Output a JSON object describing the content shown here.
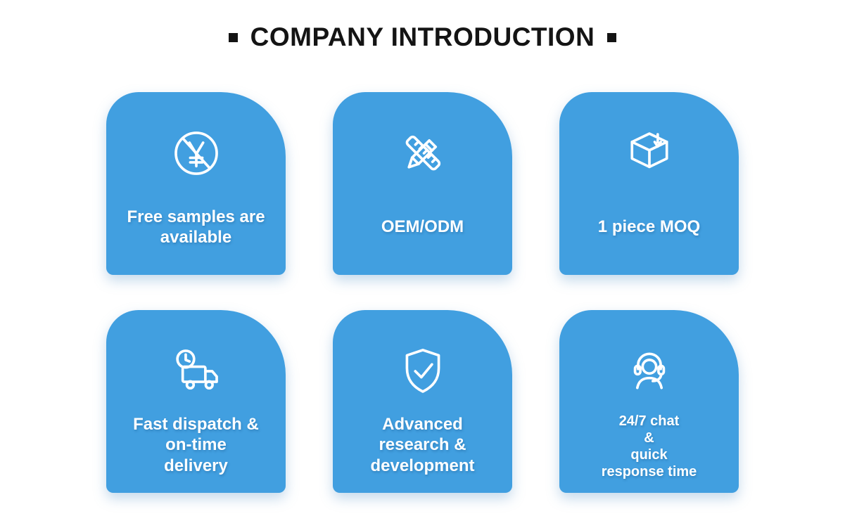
{
  "header": {
    "title": "COMPANY INTRODUCTION",
    "bullet_icon": "black-small-square"
  },
  "theme": {
    "card_color": "#419FE0",
    "label_color": "#FFFFFF",
    "title_color": "#141414",
    "background_color": "#FFFFFF"
  },
  "cards": [
    {
      "id": "free-samples",
      "icon": "no-cost-icon",
      "label": "Free samples are\navailable"
    },
    {
      "id": "oem-odm",
      "icon": "pencil-ruler-icon",
      "label": "OEM/ODM"
    },
    {
      "id": "moq",
      "icon": "package-box-icon",
      "label": "1 piece MOQ"
    },
    {
      "id": "fast-dispatch",
      "icon": "delivery-truck-clock-icon",
      "label": "Fast dispatch &\non-time\ndelivery"
    },
    {
      "id": "research",
      "icon": "shield-check-icon",
      "label": "Advanced\nresearch &\ndevelopment"
    },
    {
      "id": "support",
      "icon": "headset-support-icon",
      "label": "24/7 chat\n&\nquick\nresponse time"
    }
  ]
}
